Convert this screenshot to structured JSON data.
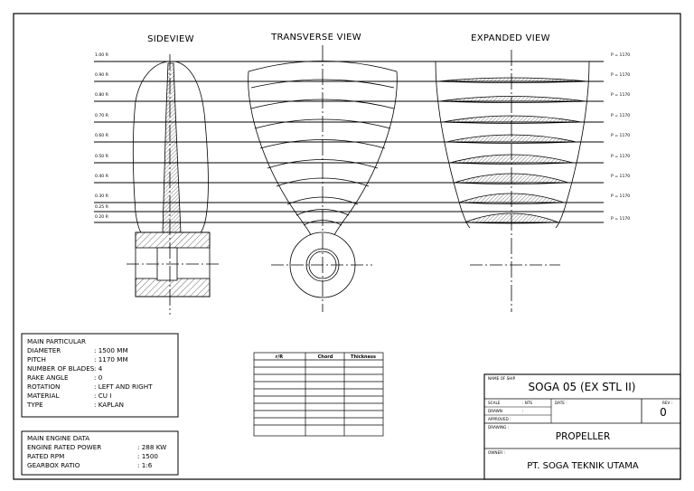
{
  "views": {
    "sideview": "SIDEVIEW",
    "transverse": "TRANSVERSE VIEW",
    "expanded": "EXPANDED VIEW"
  },
  "radii": [
    {
      "label": "1.00 R",
      "pitch": "P = 1170"
    },
    {
      "label": "0.90 R",
      "pitch": "P = 1170"
    },
    {
      "label": "0.80 R",
      "pitch": "P = 1170"
    },
    {
      "label": "0.70 R",
      "pitch": "P = 1170"
    },
    {
      "label": "0.60 R",
      "pitch": "P = 1170"
    },
    {
      "label": "0.50 R",
      "pitch": "P = 1170"
    },
    {
      "label": "0.40 R",
      "pitch": "P = 1170"
    },
    {
      "label": "0.30 R",
      "pitch": "P = 1170"
    },
    {
      "label": "0.25 R",
      "pitch": ""
    },
    {
      "label": "0.20 R",
      "pitch": "P = 1170"
    }
  ],
  "main_particular": {
    "title": "MAIN PARTICULAR",
    "rows": [
      {
        "key": "DIAMETER",
        "value": ": 1500 MM"
      },
      {
        "key": "PITCH",
        "value": ": 1170 MM"
      },
      {
        "key": "NUMBER OF BLADES",
        "value": ": 4"
      },
      {
        "key": "RAKE ANGLE",
        "value": ": 0"
      },
      {
        "key": "ROTATION",
        "value": ": LEFT AND RIGHT"
      },
      {
        "key": "MATERIAL",
        "value": ": CU I"
      },
      {
        "key": "TYPE",
        "value": ": KAPLAN"
      }
    ]
  },
  "main_engine": {
    "title": "MAIN ENGINE DATA",
    "rows": [
      {
        "key": "ENGINE RATED POWER",
        "value": ": 288 KW"
      },
      {
        "key": "RATED RPM",
        "value": ": 1500"
      },
      {
        "key": "GEARBOX RATIO",
        "value": ": 1:6"
      }
    ]
  },
  "section_table": {
    "headers": [
      "r/R",
      "Chord",
      "Thickness"
    ],
    "empty_rows": 10
  },
  "title_block": {
    "ship_label": "NAME OF SHIP",
    "ship_name": "SOGA 05 (EX STL II)",
    "scale_label": "SCALE",
    "scale_value": ": NTS",
    "date_label": "DATE :",
    "drawn_label": "DRAWN",
    "drawn_value": ":",
    "approved_label": "APPROVED :",
    "drawing_label": "DRAWING :",
    "rev_label": "REV :",
    "rev_value": "0",
    "drawing_name": "PROPELLER",
    "owner_label": "OWNER :",
    "owner_name": "PT. SOGA TEKNIK UTAMA"
  }
}
